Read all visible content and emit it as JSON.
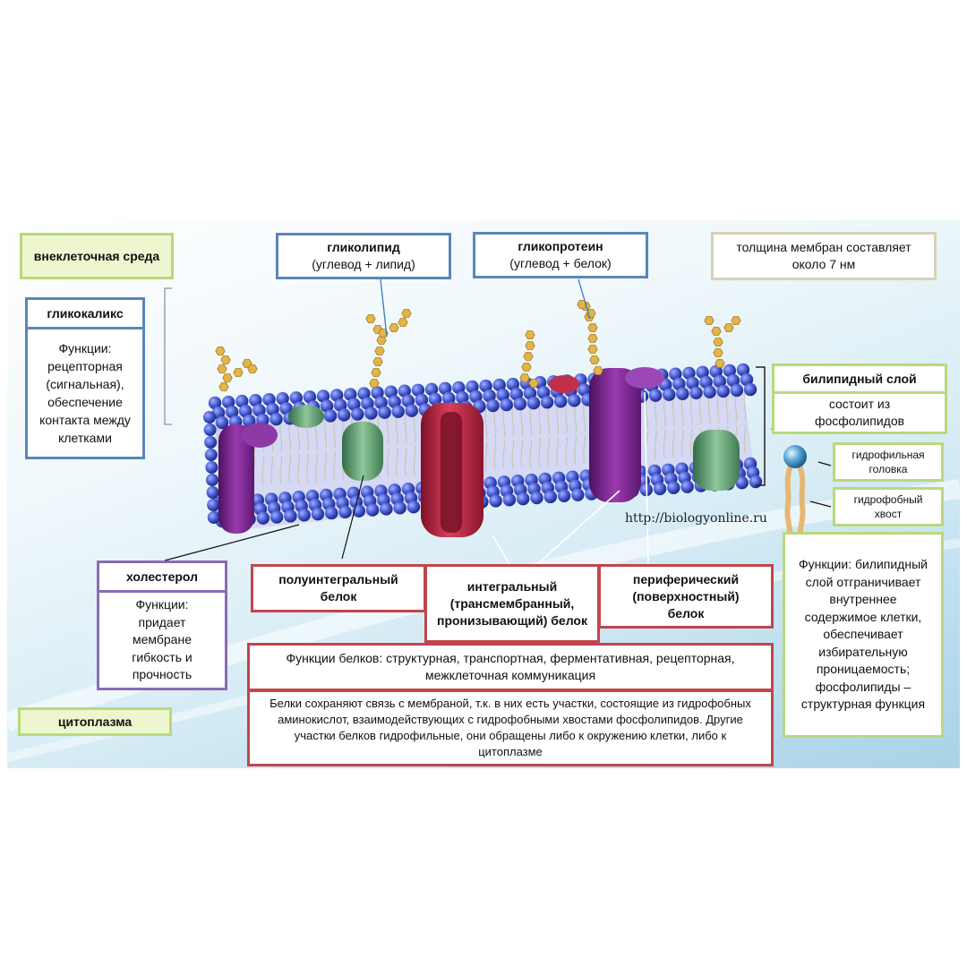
{
  "labels": {
    "extracellular": "внеклеточная среда",
    "cytoplasm": "цитоплазма",
    "glycolipid_title": "гликолипид",
    "glycolipid_sub": "(углевод + липид)",
    "glycoprotein_title": "гликопротеин",
    "glycoprotein_sub": "(углевод + белок)",
    "thickness": "толщина мембран составляет около 7 нм",
    "url": "http://biologyonline.ru"
  },
  "glycocalyx": {
    "title": "гликокаликс",
    "text": "Функции: рецепторная (сигнальная), обеспечение контакта между клетками"
  },
  "bilayer": {
    "title": "билипидный слой",
    "text": "состоит из фосфолипидов",
    "head_label": "гидрофильная головка",
    "tail_label": "гидрофобный хвост",
    "functions": "Функции: билипидный слой отграничивает внутреннее содержимое клетки, обеспечивает избирательную проницаемость; фосфолипиды – структурная функция"
  },
  "cholesterol": {
    "title": "холестерол",
    "text": "Функции: придает мембране гибкость и прочность"
  },
  "proteins": {
    "semi_integral": "полуинтегральный белок",
    "integral": "интегральный (трансмембранный, пронизывающий) белок",
    "peripheral": "периферический (поверхностный) белок",
    "functions": "Функции белков: структурная, транспортная, ферментативная, рецепторная, межклеточная коммуникация",
    "note": "Белки сохраняют связь с мембраной, т.к. в них есть участки, состоящие из гидрофобных аминокислот, взаимодействующих с гидрофобными хвостами фосфолипидов. Другие участки белков гидрофильные, они обращены либо к окружению клетки, либо к цитоплазме"
  },
  "colors": {
    "green_border": "#b9d97a",
    "blue_border": "#5a86b6",
    "red_border": "#c0464d",
    "purple_border": "#8a6bb3",
    "lipid_head": "#4a5fd6",
    "protein_purple": "#7b2a8f",
    "protein_red": "#b8243f",
    "protein_green": "#5c9a6a",
    "carbohydrate": "#e2b54a"
  }
}
